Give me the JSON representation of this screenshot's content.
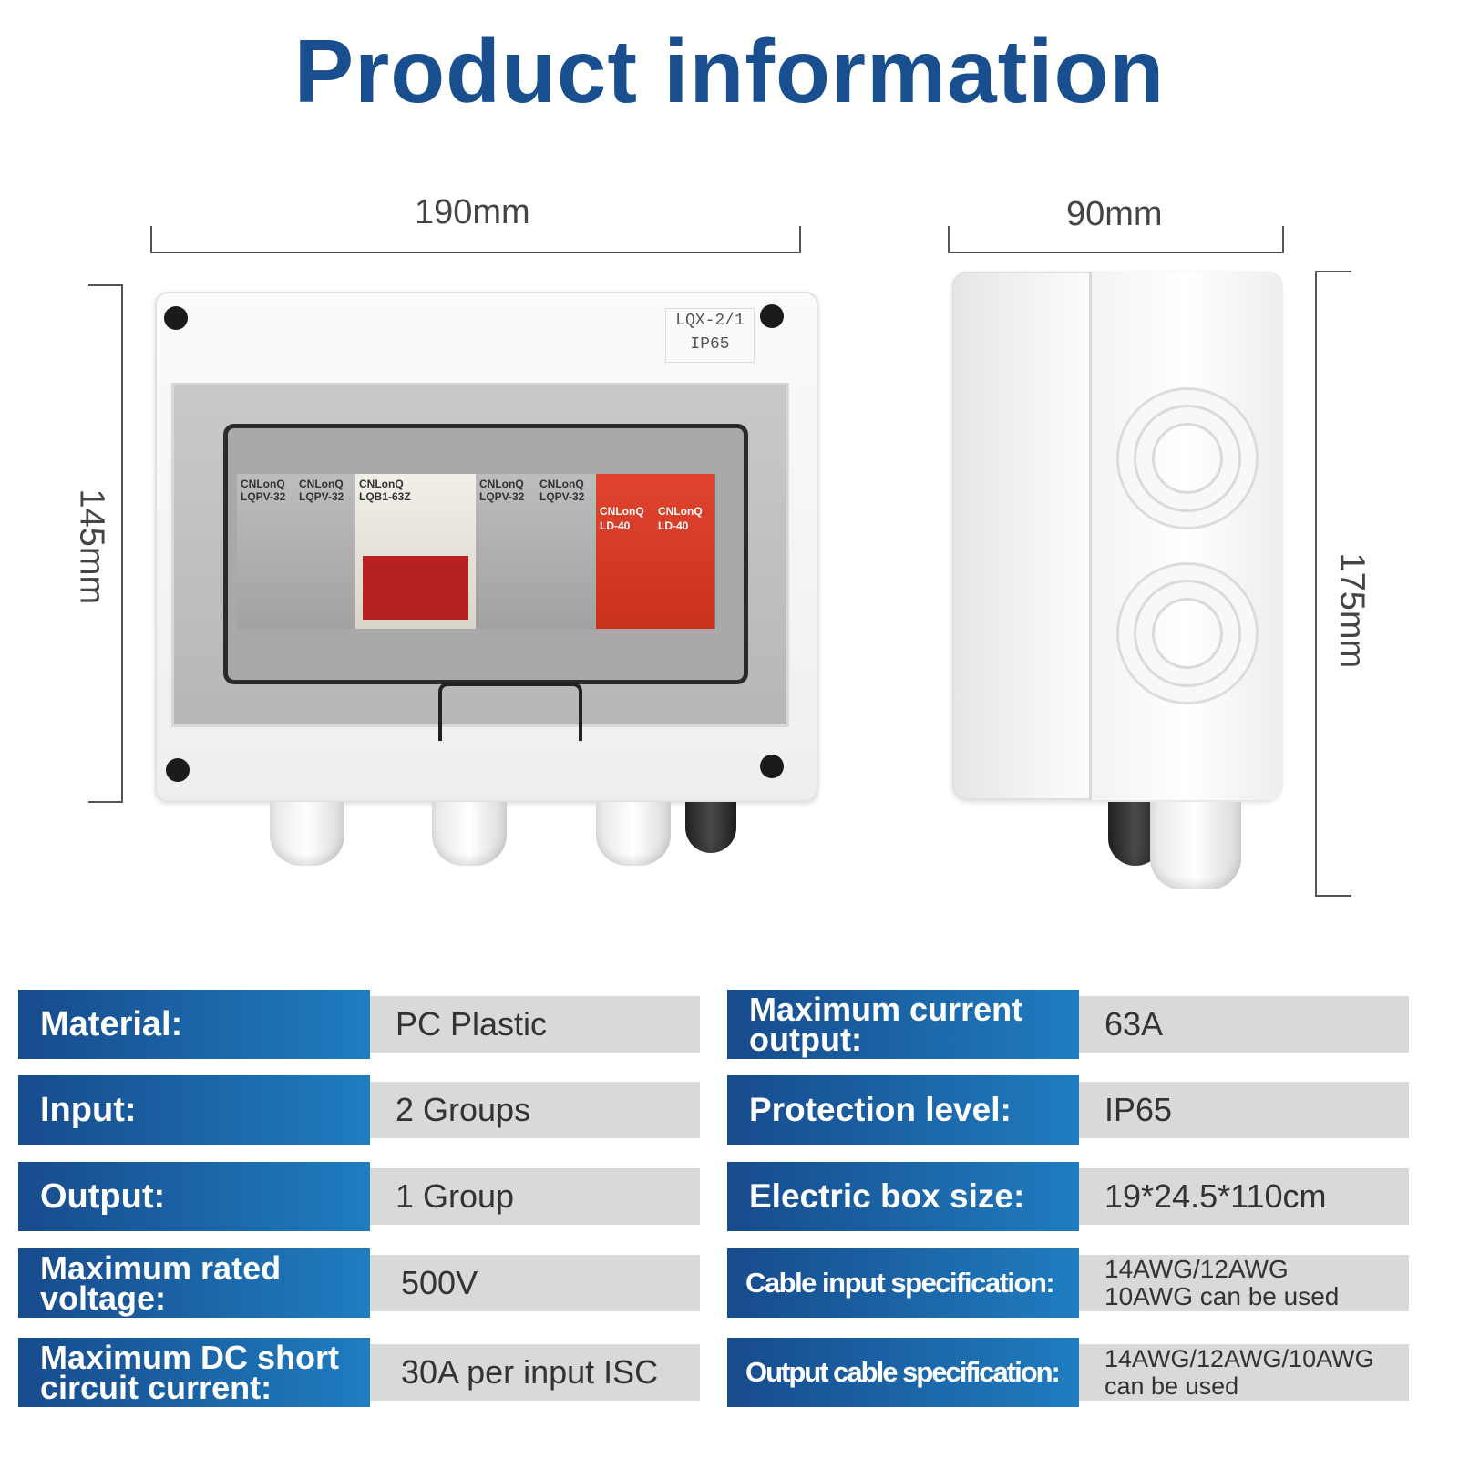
{
  "title": "Product information",
  "dimensions": {
    "front_width": "190mm",
    "front_height": "145mm",
    "side_depth": "90mm",
    "side_height": "175mm"
  },
  "product_label": {
    "model": "LQX-2/1",
    "rating": "IP65"
  },
  "modules": [
    {
      "brand": "CNLonQ",
      "model": "LQPV-32"
    },
    {
      "brand": "CNLonQ",
      "model": "LQPV-32"
    },
    {
      "brand": "CNLonQ",
      "model": "LQB1-63Z"
    },
    {
      "brand": "CNLonQ",
      "model": "LQPV-32"
    },
    {
      "brand": "CNLonQ",
      "model": "LQPV-32"
    },
    {
      "brand": "CNLonQ",
      "model": "LD-40"
    },
    {
      "brand": "CNLonQ",
      "model": "LD-40"
    }
  ],
  "specs_left": [
    {
      "label": "Material:",
      "value": "PC Plastic"
    },
    {
      "label": "Input:",
      "value": "2 Groups"
    },
    {
      "label": "Output:",
      "value": "1 Group"
    },
    {
      "label": "Maximum rated voltage:",
      "value": "500V"
    },
    {
      "label": "Maximum DC short circuit current:",
      "value": "30A per input ISC"
    }
  ],
  "specs_right": [
    {
      "label": "Maximum current output:",
      "value": "63A"
    },
    {
      "label": "Protection level:",
      "value": "IP65"
    },
    {
      "label": "Electric box size:",
      "value": "19*24.5*110cm"
    },
    {
      "label": "Cable input specification:",
      "value": "14AWG/12AWG 10AWG can be used"
    },
    {
      "label": "Output cable specification:",
      "value": "14AWG/12AWG/10AWG can be used"
    }
  ],
  "colors": {
    "title": "#1a4f8f",
    "label_gradient_start": "#174b8c",
    "label_gradient_end": "#1f7dc0",
    "value_background": "#d9d9d9"
  }
}
